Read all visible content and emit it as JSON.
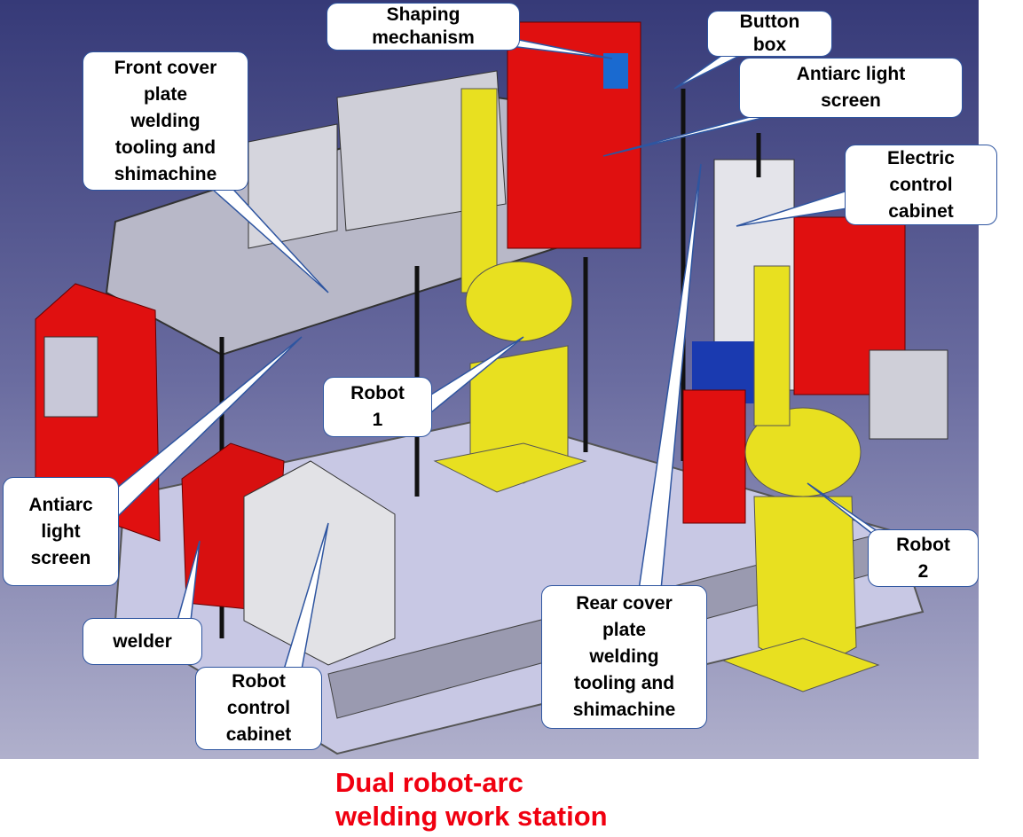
{
  "labels": {
    "shaping_mechanism": "Shaping\nmechanism",
    "button_box": "Button\nbox",
    "antiarc_top": "Antiarc light\nscreen",
    "front_cover": "Front cover\nplate\nwelding\ntooling and\nshimachine",
    "electric_cabinet": "Electric\ncontrol\ncabinet",
    "robot1": "Robot\n1",
    "antiarc_left": "Antiarc\nlight\nscreen",
    "robot2": "Robot\n2",
    "welder": "welder",
    "rear_cover": "Rear cover\nplate\nwelding\ntooling and\nshimachine",
    "robot_control_cabinet": "Robot\ncontrol\ncabinet"
  },
  "caption": "Dual robot-arc\nwelding work station",
  "colors": {
    "callout_border": "#2e55a0",
    "caption": "#f00010",
    "cabinet_red": "#e01010",
    "robot_yellow": "#e8e020"
  }
}
